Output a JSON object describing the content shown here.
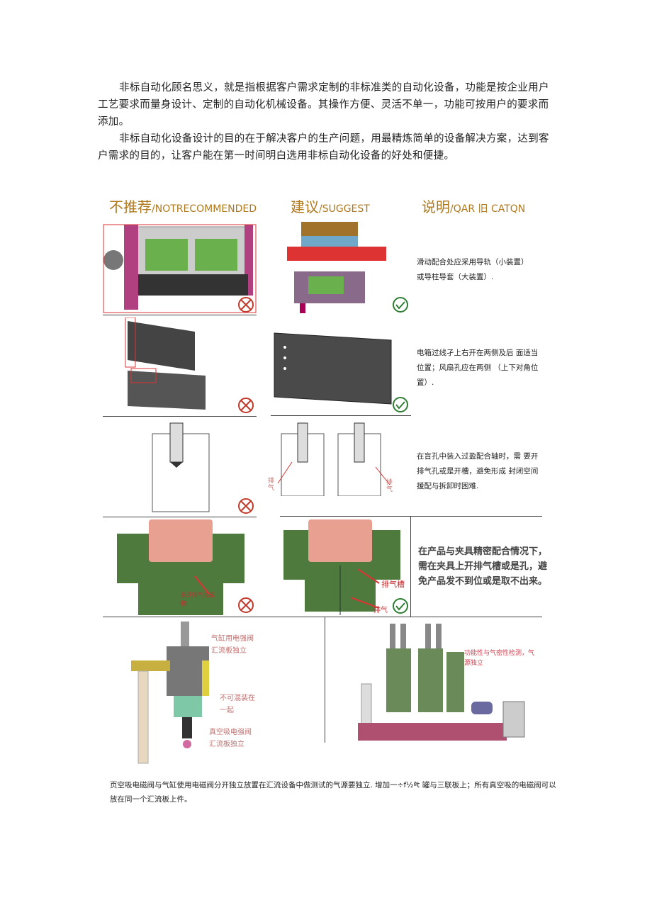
{
  "paragraphs": [
    "非标自动化顾名思义，就是指根据客户需求定制的非标准类的自动化设备，功能是按企业用户工艺要求而量身设计、定制的自动化机械设备。其操作方便、灵活不单一，功能可按用户的要求而添加。",
    "非标自动化设备设计的目的在于解决客户的生产问题，用最精炼简单的设备解决方案，达到客户需求的目的，让客户能在第一时间明白选用非标自动化设备的好处和便捷。"
  ],
  "headers": {
    "not_recommended_cn": "不推荐",
    "not_recommended_en": "/NOTRECOMMENDED",
    "suggest_cn": "建议",
    "suggest_en": "/SUGGEST",
    "explain_cn": "说明",
    "explain_en": "/QAR 旧 CATQN"
  },
  "notes": [
    "滑动配合处应采用导轨（小装置）或导柱导套（大装置）.",
    "电箱过线孑上右开在两侧及后 面适当位置；风扇孔应在两侧 （上下对角位置）.",
    "在盲孔中装入过盈配合轴时，需 要开排气孔或是开槽，避免形成 封闭空间援配与拆卸时困难.",
    "在产品与夹具精密配合情况下，需在夹具上开排气槽或是孔，避免产品发不到位或是取不出来。"
  ],
  "image_labels": {
    "vent_left_1": "排气",
    "vent_right_1": "排气",
    "no_vent": "未开排气孔或槽",
    "vent_slot": "排气槽",
    "vent_bottom": "排气",
    "cyl_valve": "气缸用电强阀汇流板独立",
    "no_mix": "不可混装在一起",
    "vac_valve": "真空吸电强阀汇流板独立",
    "func_test": "功能性与气密性检测，气源独立"
  },
  "footer": "页空吸电磁阀与气缸使用电磁阀分开独立放置在汇流设备中做测试的气源要独立. 增加一÷f½ªt 罐与三联板上；所有真空吸的电磁阀可以放在同一个汇流板上件。",
  "colors": {
    "header": "#b0781c",
    "bad": "#c0392b",
    "good": "#2e7d32",
    "green_part": "#4f7a3e",
    "pink": "#e8a090"
  }
}
